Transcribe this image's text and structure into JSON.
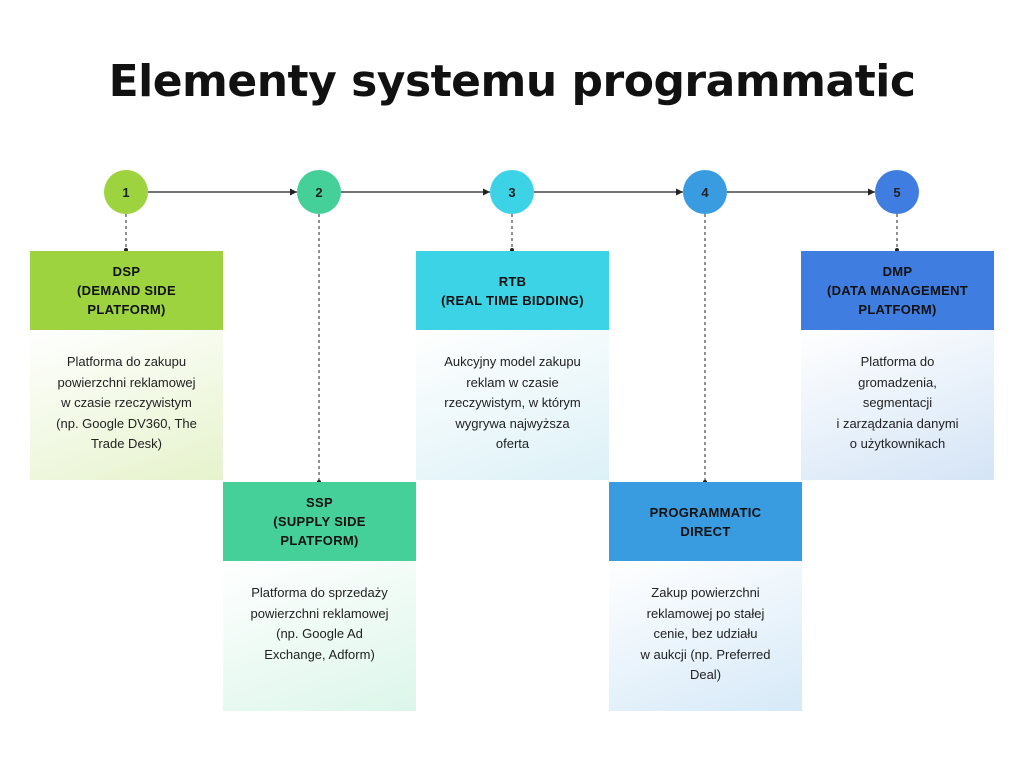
{
  "title": "Elementy systemu programmatic",
  "steps": [
    {
      "number": "1",
      "header": "DSP\n(DEMAND SIDE\nPLATFORM)",
      "description": "Platforma do zakupu\npowierzchni reklamowej\nw czasie rzeczywistym\n(np. Google DV360, The\nTrade Desk)",
      "colors": {
        "circle": "#9cd33f",
        "header": "#9cd33f",
        "body_from": "#ffffff",
        "body_to": "#e6f3cc"
      }
    },
    {
      "number": "2",
      "header": "SSP\n(SUPPLY SIDE\nPLATFORM)",
      "description": "Platforma do sprzedaży\npowierzchni reklamowej\n(np. Google Ad\nExchange, Adform)",
      "colors": {
        "circle": "#45d09a",
        "header": "#45d09a",
        "body_from": "#ffffff",
        "body_to": "#dcf6ea"
      }
    },
    {
      "number": "3",
      "header": "RTB\n(REAL TIME BIDDING)",
      "description": "Aukcyjny model zakupu\nreklam w czasie\nrzeczywistym, w którym\nwygrywa najwyższa\noferta",
      "colors": {
        "circle": "#3dd3e6",
        "header": "#3dd3e6",
        "body_from": "#ffffff",
        "body_to": "#dcf1f7"
      }
    },
    {
      "number": "4",
      "header": "PROGRAMMATIC\nDIRECT",
      "description": "Zakup powierzchni\nreklamowej po stałej\ncenie, bez udziału\nw aukcji (np. Preferred\nDeal)",
      "colors": {
        "circle": "#3a9ce0",
        "header": "#3a9ce0",
        "body_from": "#ffffff",
        "body_to": "#d6e9f8"
      }
    },
    {
      "number": "5",
      "header": "DMP\n(DATA MANAGEMENT\nPLATFORM)",
      "description": "Platforma do\ngromadzenia,\nsegmentacji\ni zarządzania danymi\no użytkownikach",
      "colors": {
        "circle": "#3f7ee0",
        "header": "#3f7ee0",
        "body_from": "#ffffff",
        "body_to": "#d4e4f6"
      }
    }
  ]
}
